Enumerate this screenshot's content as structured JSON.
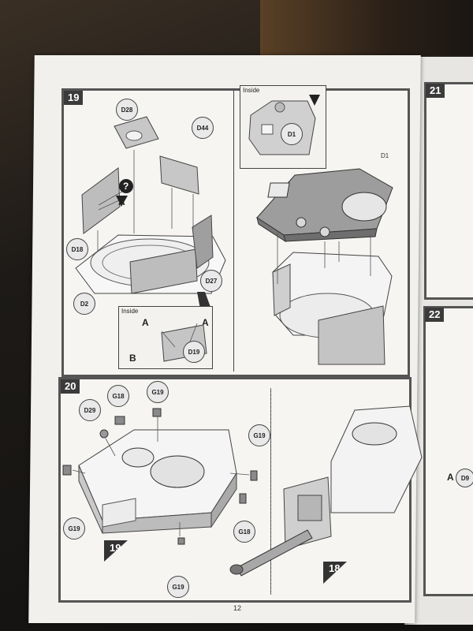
{
  "page_number": "12",
  "steps": {
    "s19": "19",
    "s20": "20",
    "s21": "21",
    "s22": "22",
    "s18_ref": "18",
    "s19_ref": "19"
  },
  "parts": {
    "d28": "D28",
    "d44": "D44",
    "d18": "D18",
    "d27": "D27",
    "d2": "D2",
    "d19": "D19",
    "d1_inset": "D1",
    "d1": "D1",
    "d29": "D29",
    "g18_a": "G18",
    "g19_a": "G19",
    "g19_b": "G19",
    "g19_c": "G19",
    "g18_b": "G18",
    "g19_d": "G19",
    "d9": "D9"
  },
  "inset_labels": {
    "inside_19a": "Inside",
    "inside_19b": "Inside"
  },
  "letters": {
    "a_main": "A",
    "a_inset_left": "A",
    "a_inset_right": "A",
    "b_inset": "B",
    "a_step22": "A"
  },
  "colors": {
    "page": "#f1f0ec",
    "frame": "#555555",
    "part_gray": "#b9b9b9",
    "part_dark": "#7a7a7a"
  }
}
